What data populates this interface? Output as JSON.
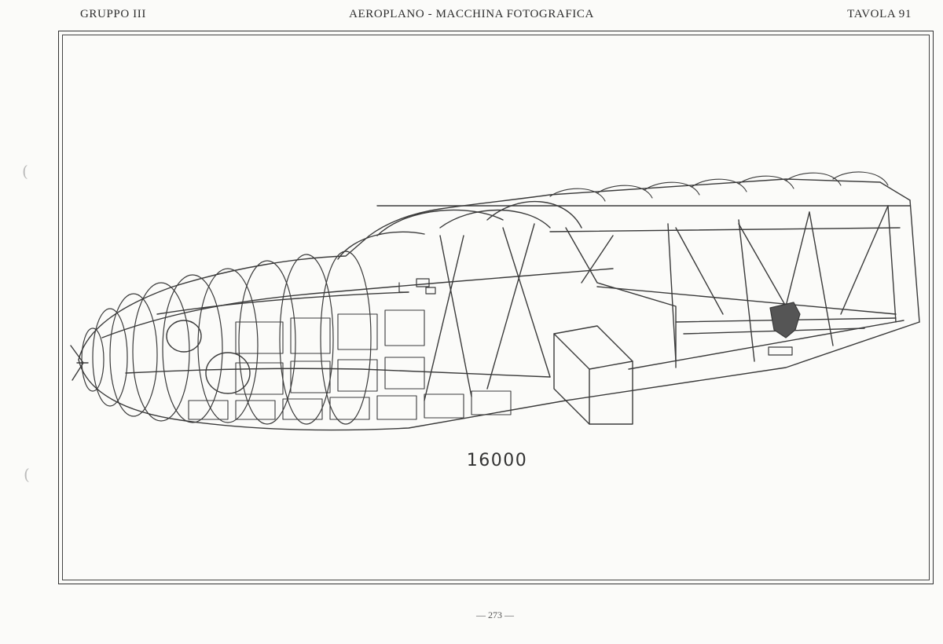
{
  "header": {
    "left": "GRUPPO III",
    "center": "AEROPLANO - MACCHINA FOTOGRAFICA",
    "right": "TAVOLA 91"
  },
  "plate": {
    "figure_number": "16000"
  },
  "footer": {
    "page_number": "— 273 —"
  },
  "colors": {
    "line": "#3a3a3a",
    "paper": "#fbfbf9"
  }
}
